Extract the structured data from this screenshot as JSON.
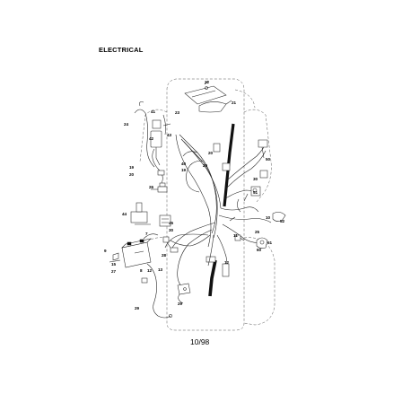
{
  "header": {
    "title": "ELECTRICAL"
  },
  "footer": {
    "page_code": "10/98"
  },
  "callouts": [
    "22",
    "21",
    "23",
    "24",
    "41",
    "42",
    "43",
    "19",
    "20",
    "40",
    "19",
    "20",
    "50",
    "26",
    "30",
    "51",
    "29",
    "10",
    "25",
    "52",
    "60",
    "61",
    "11",
    "44",
    "45",
    "30",
    "12",
    "9",
    "15",
    "27",
    "7",
    "8",
    "12",
    "13",
    "28",
    "29"
  ]
}
